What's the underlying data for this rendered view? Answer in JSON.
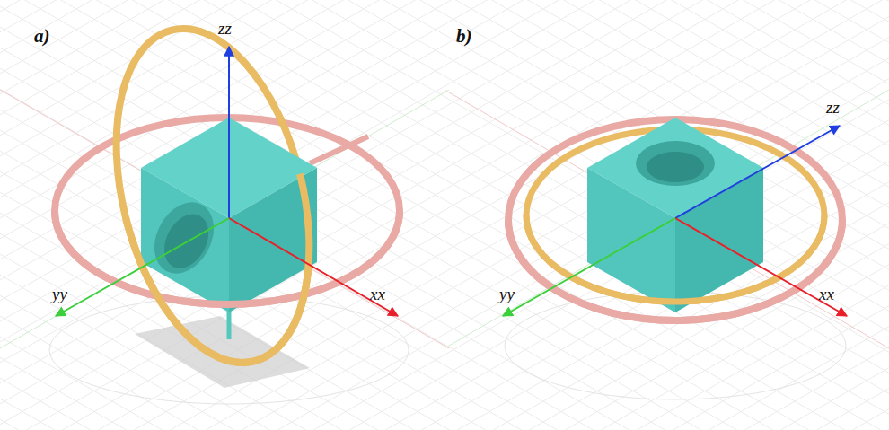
{
  "diagram": {
    "labels": [
      "a)",
      "zz",
      "yy",
      "xx",
      "b)",
      "zz",
      "yy",
      "xx"
    ]
  }
}
